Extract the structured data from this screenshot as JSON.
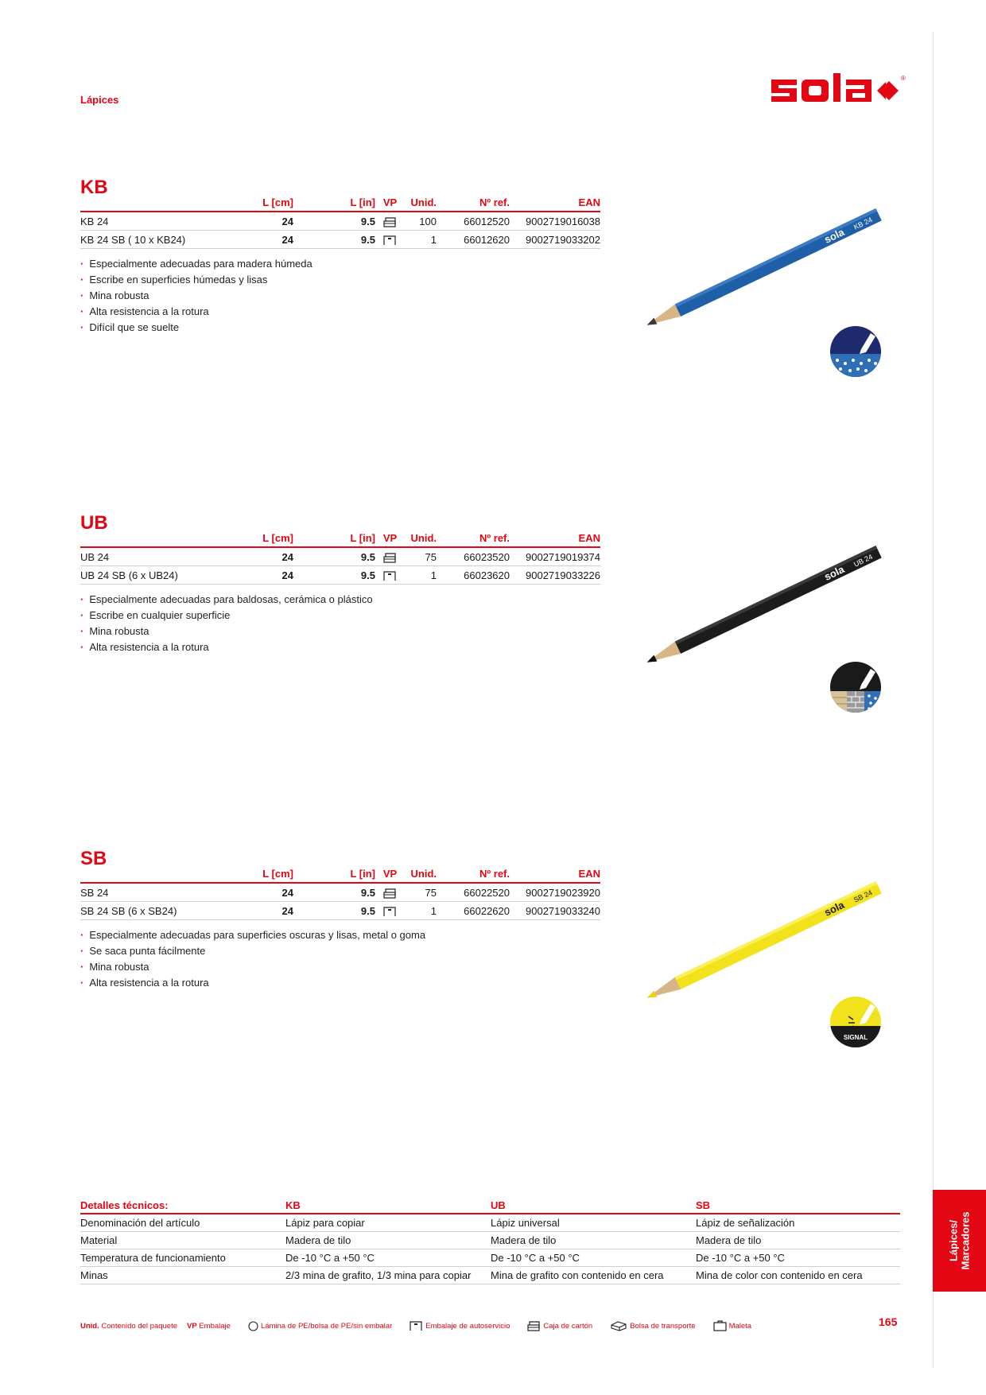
{
  "category": "Lápices",
  "brand": {
    "name": "sola",
    "registered": "®"
  },
  "side_tab": {
    "line1": "Lápices/",
    "line2": "Marcadores"
  },
  "page_number": "165",
  "colors": {
    "accent": "#e30613",
    "kb_pencil": "#1f5fa8",
    "ub_pencil": "#1c1c1c",
    "sb_pencil": "#f2e21b"
  },
  "table_headers": {
    "l_cm": "L [cm]",
    "l_in": "L [in]",
    "vp": "VP",
    "unid": "Unid.",
    "ref": "Nº ref.",
    "ean": "EAN"
  },
  "sections": [
    {
      "title": "KB",
      "pencil_label": "KB 24",
      "badge": "wet-wood-icon",
      "rows": [
        {
          "name": "KB 24",
          "l_cm": "24",
          "l_in": "9.5",
          "vp": "box-icon",
          "unid": "100",
          "ref": "66012520",
          "ean": "9002719016038"
        },
        {
          "name": "KB 24 SB ( 10 x KB24)",
          "l_cm": "24",
          "l_in": "9.5",
          "vp": "self-service-icon",
          "unid": "1",
          "ref": "66012620",
          "ean": "9002719033202"
        }
      ],
      "features": [
        "Especialmente adecuadas para madera húmeda",
        "Escribe en superficies húmedas y lisas",
        "Mina robusta",
        "Alta resistencia a la rotura",
        "Difícil que se suelte"
      ]
    },
    {
      "title": "UB",
      "pencil_label": "UB 24",
      "badge": "universal-surface-icon",
      "rows": [
        {
          "name": "UB 24",
          "l_cm": "24",
          "l_in": "9.5",
          "vp": "box-icon",
          "unid": "75",
          "ref": "66023520",
          "ean": "9002719019374"
        },
        {
          "name": "UB 24 SB (6 x UB24)",
          "l_cm": "24",
          "l_in": "9.5",
          "vp": "self-service-icon",
          "unid": "1",
          "ref": "66023620",
          "ean": "9002719033226"
        }
      ],
      "features": [
        "Especialmente adecuadas para baldosas, cerámica o plástico",
        "Escribe en cualquier superficie",
        "Mina robusta",
        "Alta resistencia a la rotura"
      ]
    },
    {
      "title": "SB",
      "pencil_label": "SB 24",
      "badge": "signal-icon",
      "badge_text": "SIGNAL",
      "rows": [
        {
          "name": "SB 24",
          "l_cm": "24",
          "l_in": "9.5",
          "vp": "box-icon",
          "unid": "75",
          "ref": "66022520",
          "ean": "9002719023920"
        },
        {
          "name": "SB 24 SB (6 x SB24)",
          "l_cm": "24",
          "l_in": "9.5",
          "vp": "self-service-icon",
          "unid": "1",
          "ref": "66022620",
          "ean": "9002719033240"
        }
      ],
      "features": [
        "Especialmente adecuadas para superficies oscuras y lisas, metal o goma",
        "Se saca punta fácilmente",
        "Mina robusta",
        "Alta resistencia a la rotura"
      ]
    }
  ],
  "tech": {
    "headers": [
      "Detalles técnicos:",
      "KB",
      "UB",
      "SB"
    ],
    "rows": [
      [
        "Denominación del artículo",
        "Lápiz para copiar",
        "Lápiz universal",
        "Lápiz de señalización"
      ],
      [
        "Material",
        "Madera de tilo",
        "Madera de tilo",
        "Madera de tilo"
      ],
      [
        "Temperatura de funcionamiento",
        "De -10 °C a +50 °C",
        "De -10 °C a +50 °C",
        "De -10 °C a +50 °C"
      ],
      [
        "Minas",
        "2/3 mina de grafito, 1/3 mina para copiar",
        "Mina de grafito con contenido en cera",
        "Mina de color con contenido en cera"
      ]
    ]
  },
  "legend": {
    "unid_key": "Unid.",
    "unid_desc": "Contenido del paquete",
    "vp_key": "VP",
    "vp_desc": "Embalaje",
    "items": [
      {
        "icon": "pe-film-icon",
        "label": "Lámina de PE/bolsa de PE/sin embalar"
      },
      {
        "icon": "self-service-icon",
        "label": "Embalaje de autoservicio"
      },
      {
        "icon": "box-icon",
        "label": "Caja de cartón"
      },
      {
        "icon": "bag-icon",
        "label": "Bolsa de transporte"
      },
      {
        "icon": "case-icon",
        "label": "Maleta"
      }
    ]
  }
}
